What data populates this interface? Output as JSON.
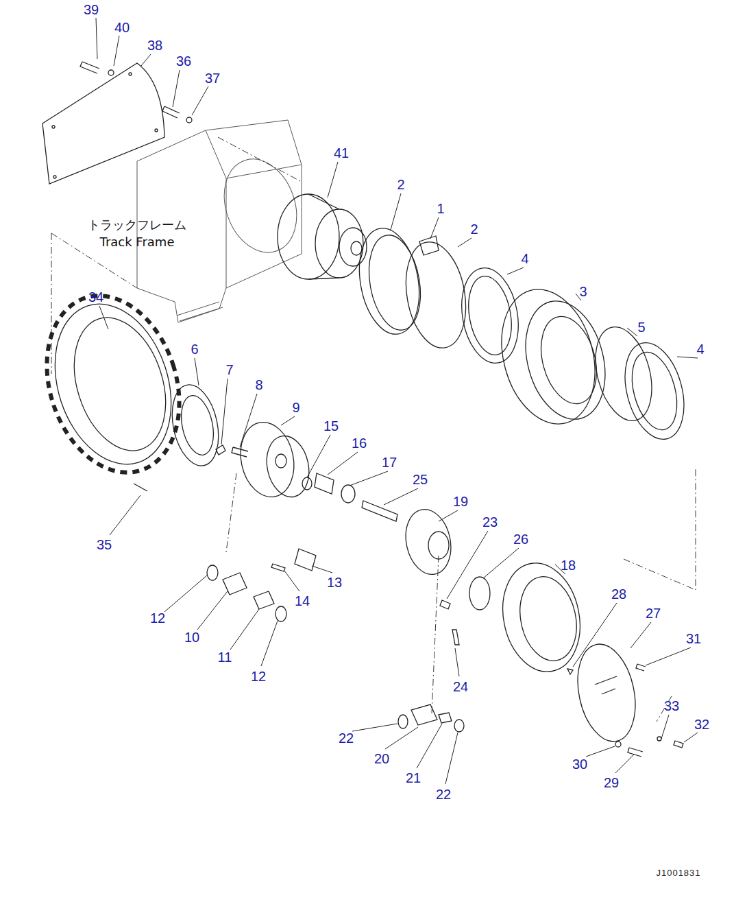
{
  "diagram": {
    "labels": [
      "39",
      "40",
      "38",
      "36",
      "37",
      "41",
      "2",
      "1",
      "2",
      "4",
      "3",
      "5",
      "4",
      "34",
      "6",
      "7",
      "8",
      "9",
      "15",
      "16",
      "17",
      "25",
      "19",
      "23",
      "26",
      "18",
      "28",
      "27",
      "31",
      "35",
      "12",
      "10",
      "11",
      "12",
      "14",
      "13",
      "24",
      "33",
      "32",
      "22",
      "20",
      "21",
      "22",
      "30",
      "29",
      "トラックフレーム",
      "Track Frame",
      "J1001831"
    ]
  }
}
